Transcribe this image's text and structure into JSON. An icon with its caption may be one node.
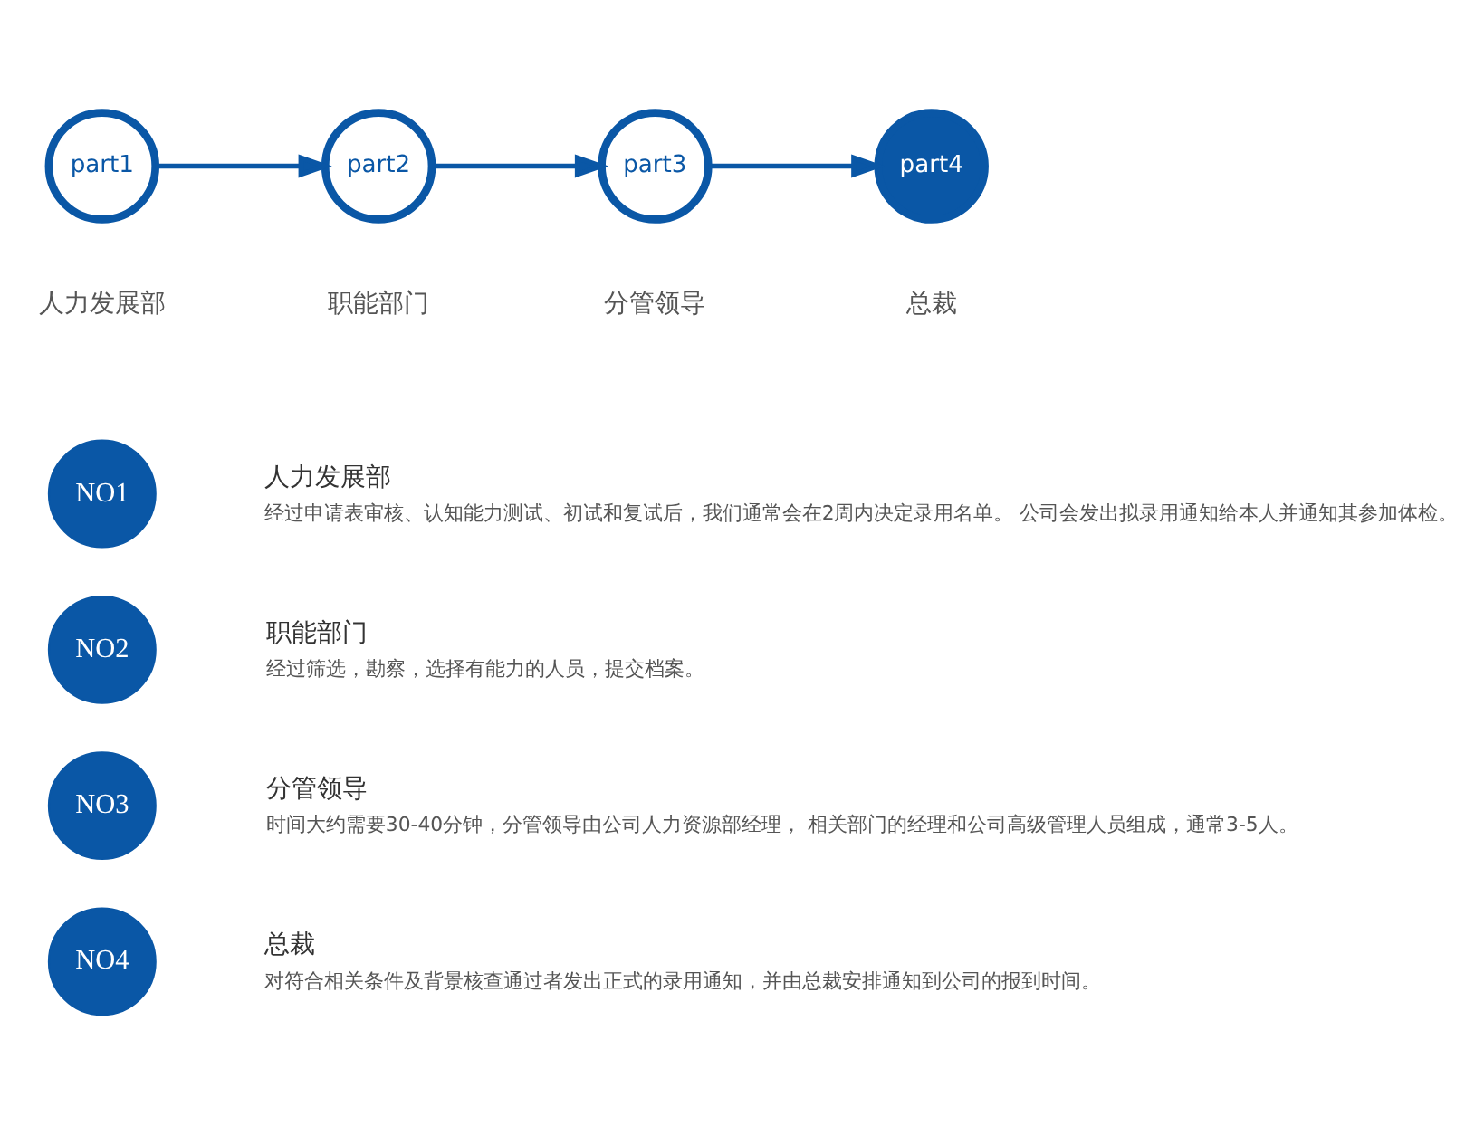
{
  "diagram": {
    "nodes": [
      {
        "text": [
          "part1"
        ],
        "beside": [
          "人力发展部"
        ]
      },
      {
        "text": [
          "part2"
        ],
        "beside": [
          "职能部门"
        ]
      },
      {
        "text": [
          "part3"
        ],
        "beside": [
          "分管领导"
        ]
      },
      {
        "text": [
          "part4"
        ],
        "beside": [
          "总裁"
        ]
      },
      {
        "text": [
          "NO1"
        ],
        "beside": [
          "人力发展部",
          "经过申请表审核、认知能力测试、初试和复试后，我们通常会在2周内决定录用名单。 公司会发出拟录用通知给本人并通知其参加体检。"
        ]
      },
      {
        "text": [
          "NO2"
        ],
        "beside": [
          "职能部门",
          "经过筛选，勘察，选择有能力的人员，提交档案。"
        ]
      },
      {
        "text": [
          "NO3"
        ],
        "beside": [
          "分管领导",
          "时间大约需要30-40分钟，分管领导由公司人力资源部经理， 相关部门的经理和公司高级管理人员组成，通常3-5人。"
        ]
      },
      {
        "text": [
          "NO4"
        ],
        "beside": [
          "总裁",
          "对符合相关条件及背景核查通过者发出正式的录用通知，并由总裁安排通知到公司的报到时间。"
        ]
      }
    ],
    "edges": [
      {
        "from": 0,
        "to": 1,
        "arrow": "to"
      },
      {
        "from": 1,
        "to": 2,
        "arrow": "to"
      },
      {
        "from": 2,
        "to": 3,
        "arrow": "to"
      }
    ]
  }
}
